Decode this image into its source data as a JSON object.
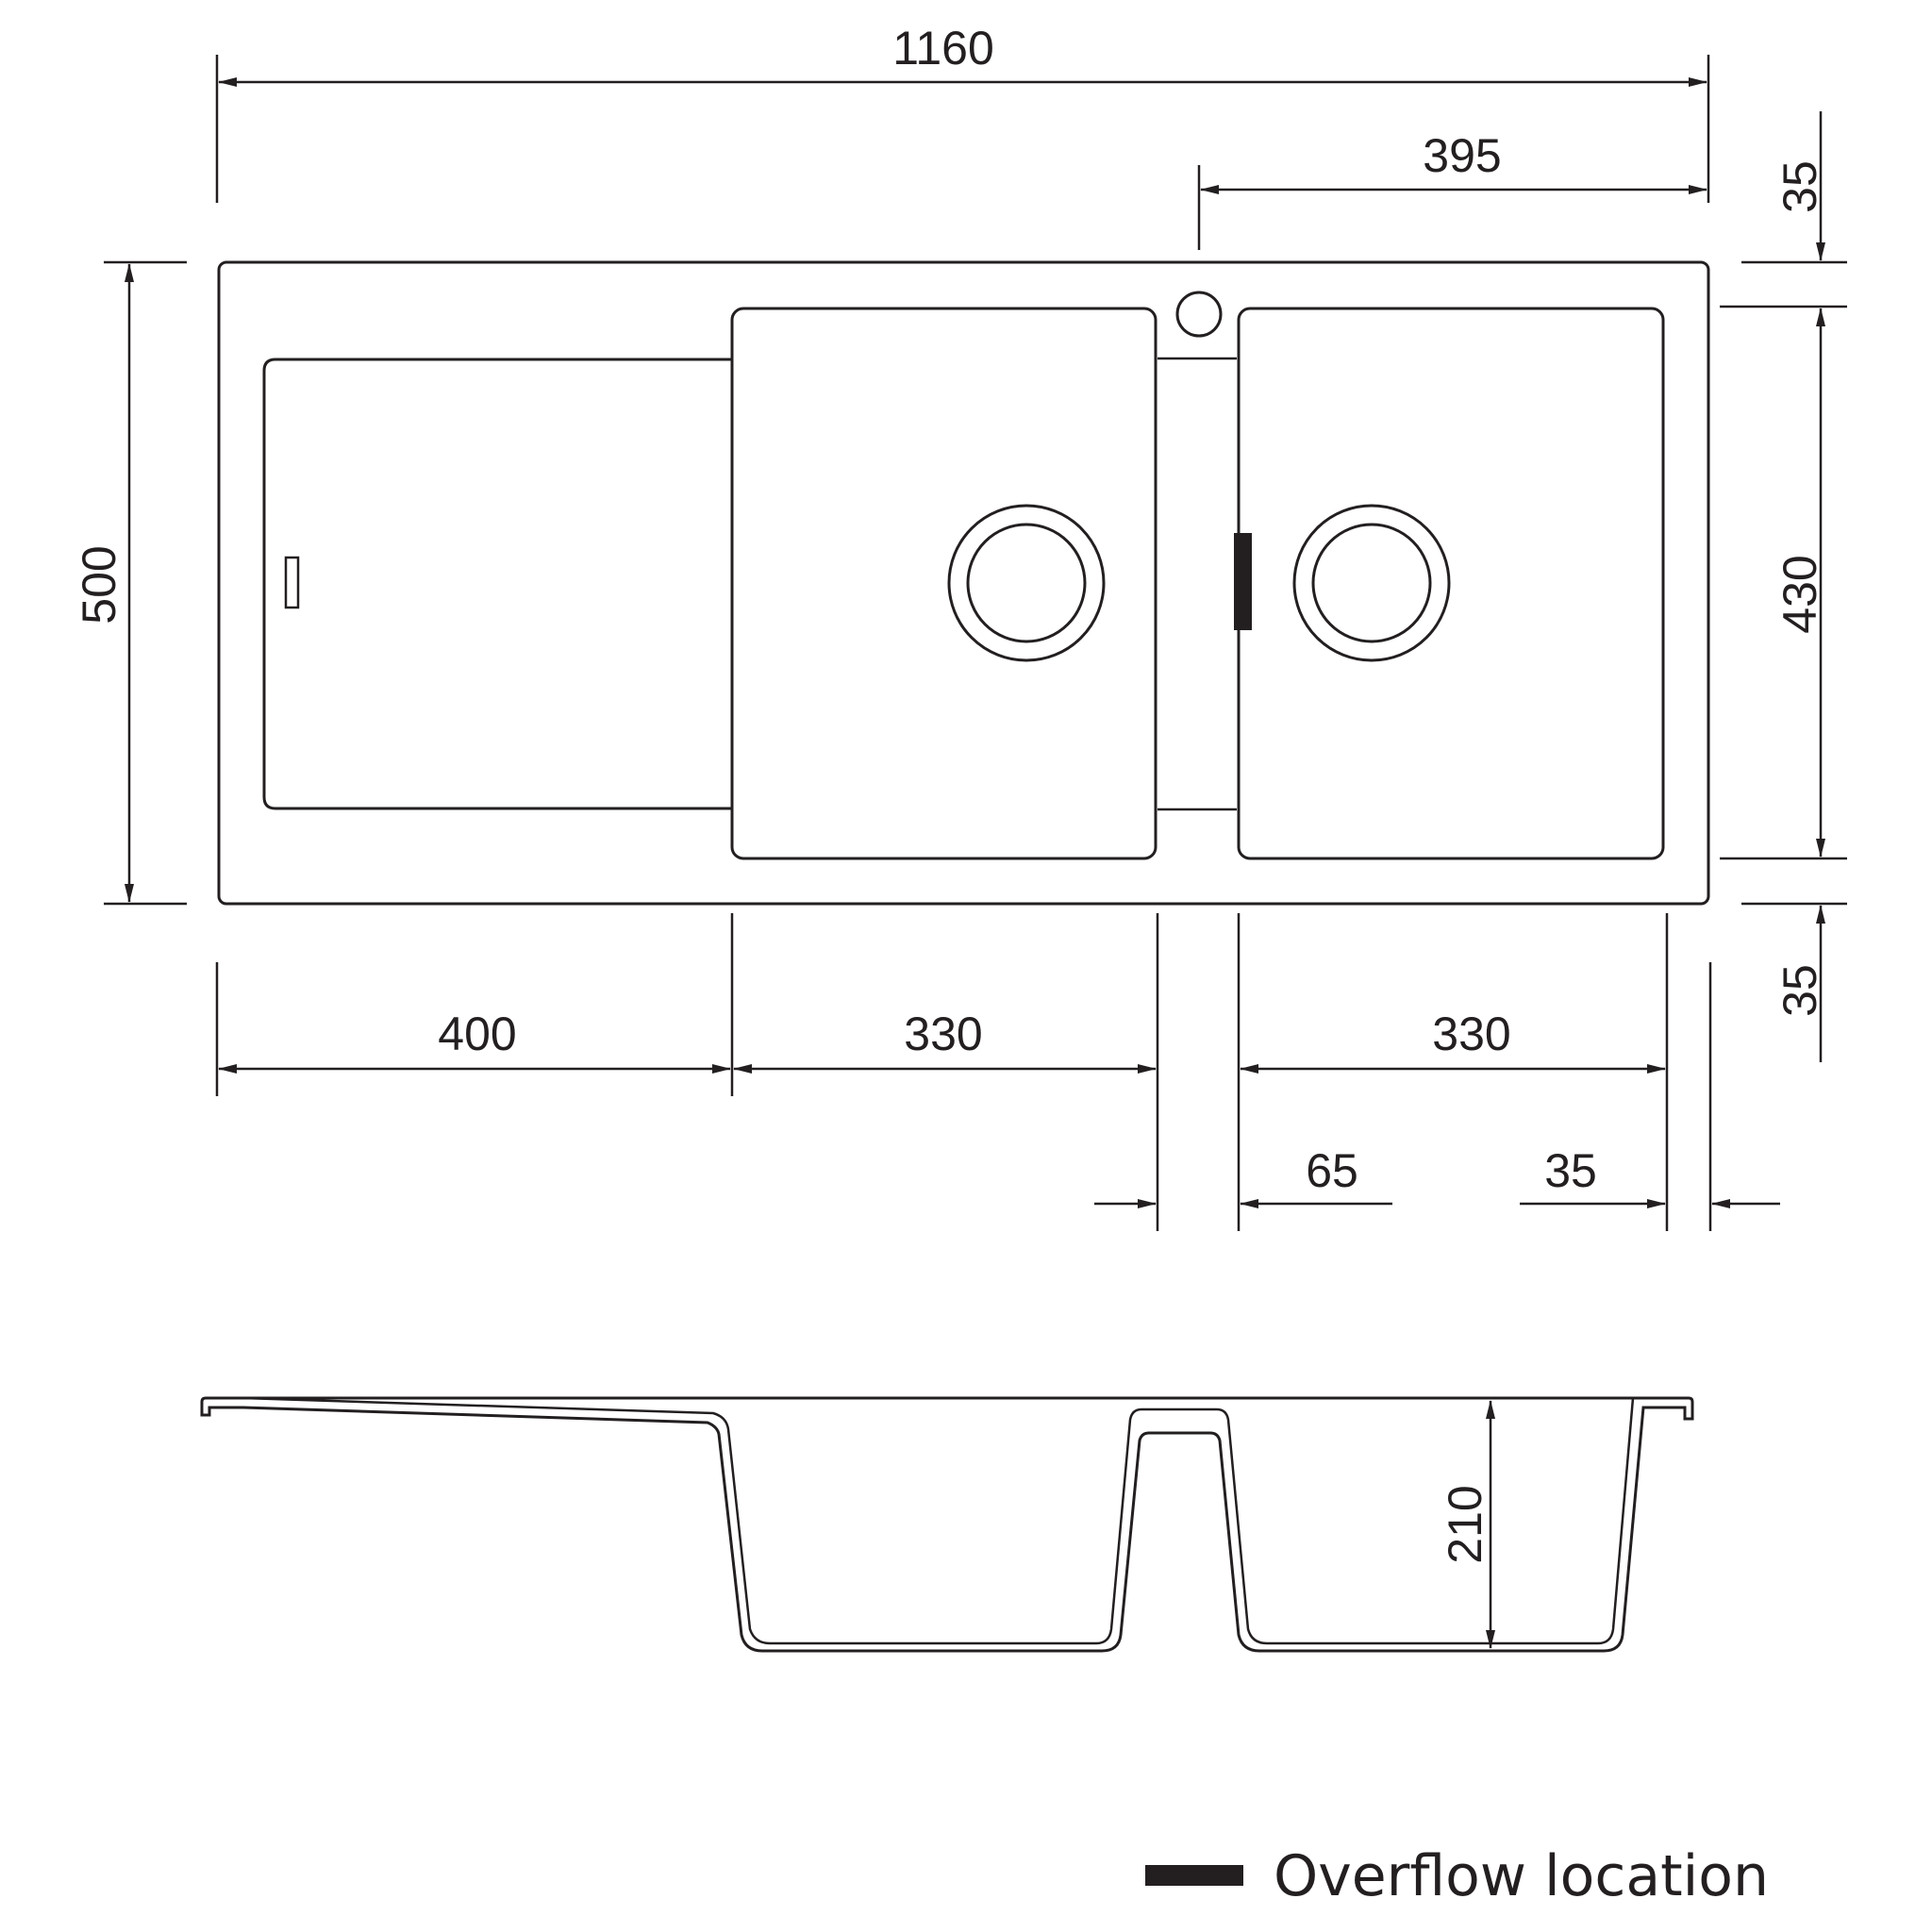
{
  "drawing": {
    "title": "Double bowl sink with drainer - technical drawing",
    "units": "mm",
    "colors": {
      "line": "#231f20",
      "background": "#ffffff",
      "overflow_marker": "#231f20"
    }
  },
  "plan_view": {
    "dimensions": {
      "overall_width": "1160",
      "tap_hole_to_right_edge": "395",
      "overall_depth": "500",
      "bowl_depth": "430",
      "top_rim": "35",
      "bottom_rim": "35",
      "drainer_width": "400",
      "left_bowl_width": "330",
      "right_bowl_width": "330",
      "bowl_divider": "65",
      "right_rim": "35"
    },
    "features": [
      "drainer",
      "left-bowl",
      "right-bowl",
      "tap-hole",
      "left-waste",
      "right-waste",
      "overflow-slot",
      "drainer-overflow"
    ]
  },
  "section_view": {
    "dimensions": {
      "bowl_depth": "210"
    }
  },
  "legend": {
    "items": [
      {
        "symbol": "black-bar",
        "label": "Overflow location"
      }
    ]
  }
}
